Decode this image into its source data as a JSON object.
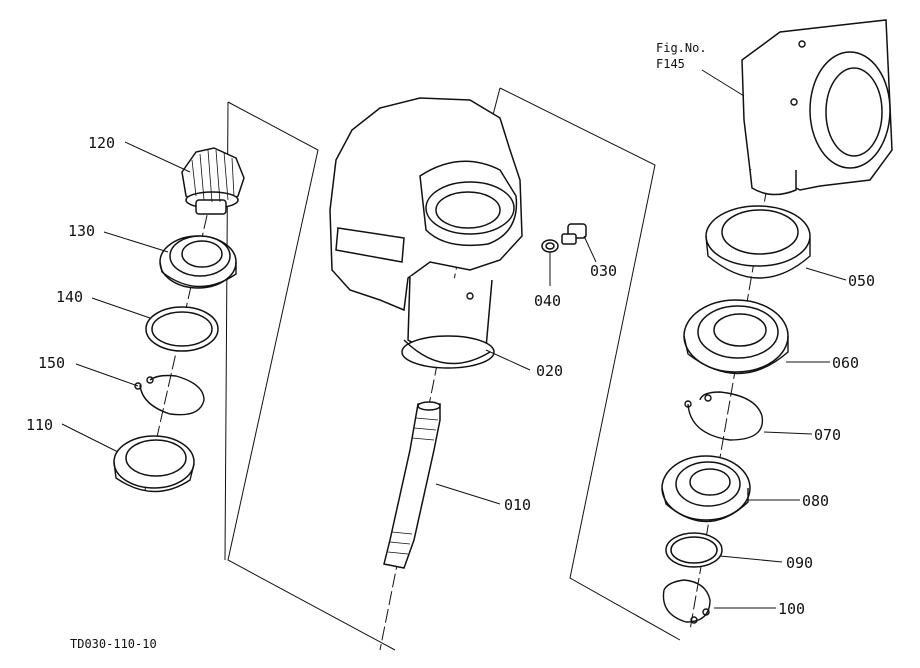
{
  "figure_ref": {
    "line1": "Fig.No.",
    "line2": "F145"
  },
  "doc_code": "TD030-110-10",
  "labels": {
    "p120": "120",
    "p130": "130",
    "p140": "140",
    "p150": "150",
    "p110": "110",
    "p020": "020",
    "p040": "040",
    "p030": "030",
    "p010": "010",
    "p050": "050",
    "p060": "060",
    "p070": "070",
    "p080": "080",
    "p090": "090",
    "p100": "100"
  }
}
